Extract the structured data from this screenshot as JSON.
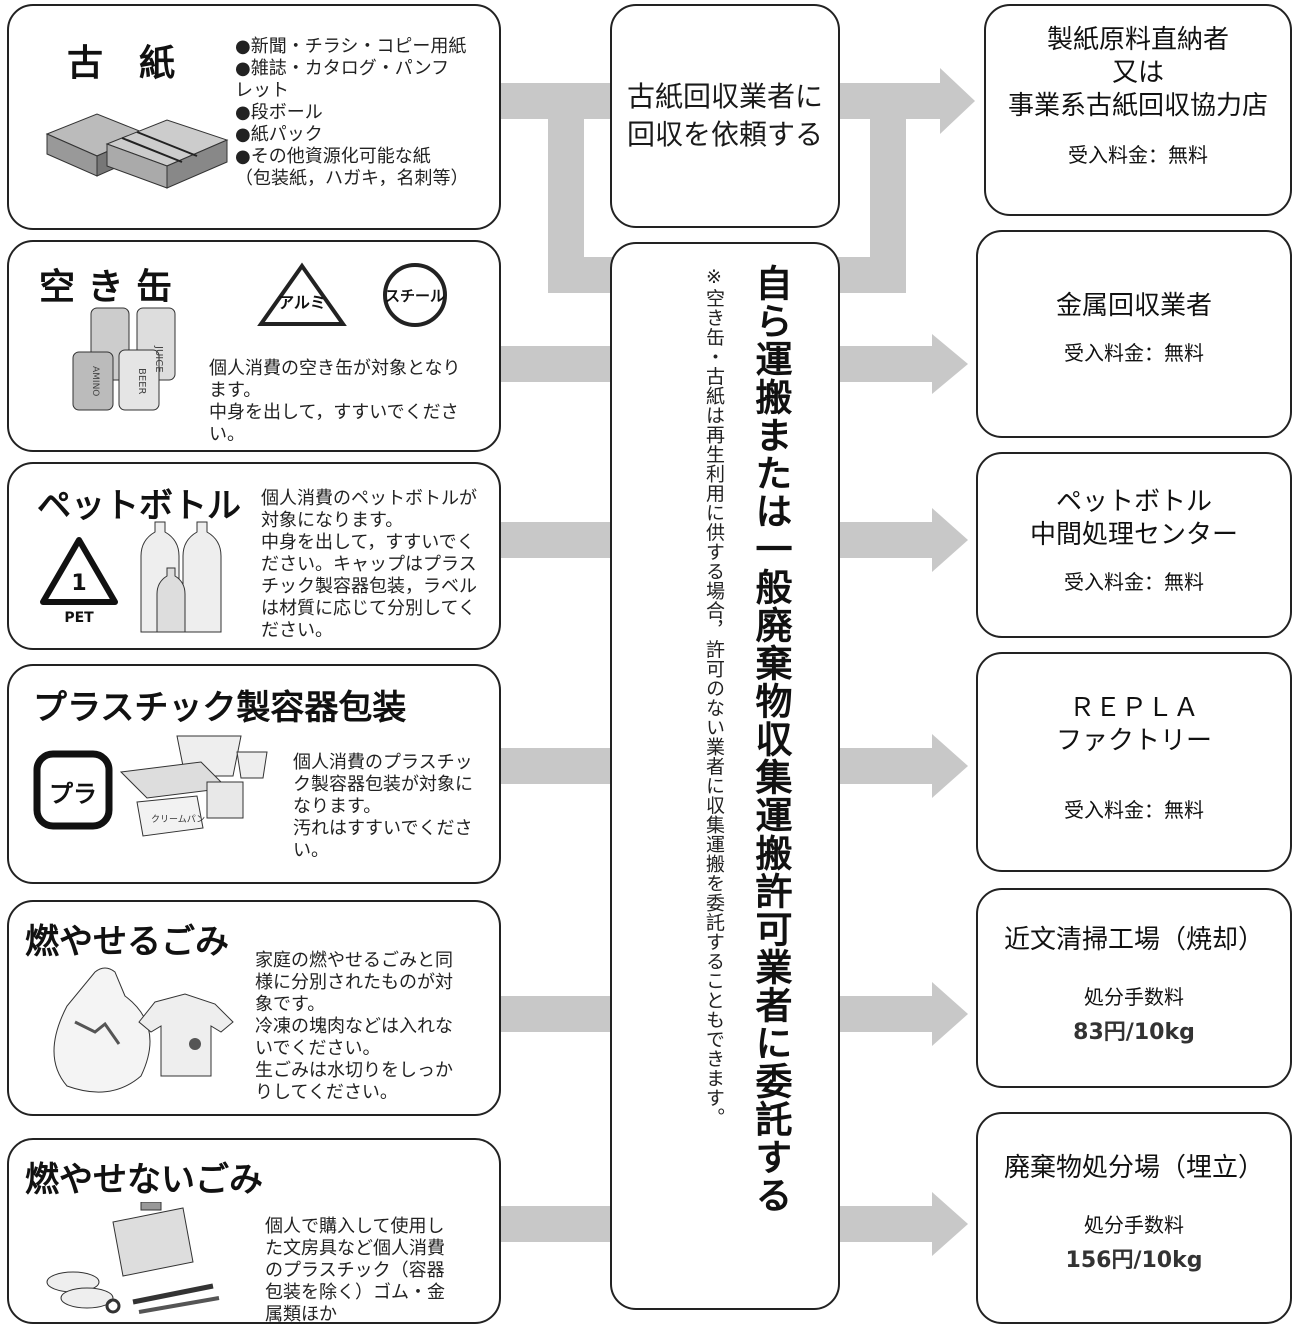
{
  "sources": [
    {
      "id": "paper",
      "title": "古　紙",
      "lines": [
        "●新聞・チラシ・コピー用紙",
        "●雑誌・カタログ・パンフ",
        "レット",
        "●段ボール",
        "●紙パック",
        "●その他資源化可能な紙",
        "（包装紙，ハガキ，名刺等）"
      ],
      "icon": "paper-bundle-icon"
    },
    {
      "id": "cans",
      "title": "空 き 缶",
      "lines": [
        "個人消費の空き缶が対象となり",
        "ます。",
        "中身を出して，すすいでくださ",
        "い。"
      ],
      "icon": "cans-icon",
      "marks": [
        "アルミ",
        "スチール"
      ],
      "can_labels": [
        "JUICE",
        "BEER",
        "AMINO"
      ]
    },
    {
      "id": "pet",
      "title": "ペットボトル",
      "lines": [
        "個人消費のペットボトルが",
        "対象になります。",
        "中身を出して，すすいでく",
        "ださい。キャップはプラス",
        "チック製容器包装，ラベル",
        "は材質に応じて分別してく",
        "ださい。"
      ],
      "icon": "pet-bottle-icon",
      "mark_number": "1",
      "mark_label": "PET"
    },
    {
      "id": "plastic",
      "title": "プラスチック製容器包装",
      "lines": [
        "個人消費のプラスチッ",
        "ク製容器包装が対象に",
        "なります。",
        "汚れはすすいでくださ",
        "い。"
      ],
      "icon": "plastic-container-icon",
      "mark": "プラ",
      "bag_label": "クリームパン"
    },
    {
      "id": "burnable",
      "title": "燃やせるごみ",
      "lines": [
        "家庭の燃やせるごみと同",
        "様に分別されたものが対",
        "象です。",
        "冷凍の塊肉などは入れな",
        "いでください。",
        "生ごみは水切りをしっか",
        "りしてください。"
      ],
      "icon": "trash-bag-icon"
    },
    {
      "id": "nonburnable",
      "title": "燃やせないごみ",
      "lines": [
        "個人で購入して使用し",
        "た文房具など個人消費",
        "のプラスチック（容器",
        "包装を除く）ゴム・金",
        "属類ほか"
      ],
      "icon": "stationery-icon"
    }
  ],
  "middle": {
    "request": [
      "古紙回収業者に",
      "回収を依頼する"
    ],
    "main_text": "自ら運搬または一般廃棄物収集運搬許可業者に委託する",
    "note": "※空き缶・古紙は再生利用に供する場合，許可のない業者に収集運搬を委託することもできます。"
  },
  "destinations": [
    {
      "id": "paper-dest",
      "name_lines": [
        "製紙原料直納者",
        "又は",
        "事業系古紙回収協力店"
      ],
      "fee": "受入料金：無料"
    },
    {
      "id": "metal-dest",
      "name_lines": [
        "金属回収業者"
      ],
      "fee": "受入料金：無料"
    },
    {
      "id": "pet-dest",
      "name_lines": [
        "ペットボトル",
        "中間処理センター"
      ],
      "fee": "受入料金：無料"
    },
    {
      "id": "repla-dest",
      "name_lines": [
        "ＲＥＰＬＡ",
        "ファクトリー"
      ],
      "fee": "受入料金：無料"
    },
    {
      "id": "incinerator-dest",
      "name_lines": [
        "近文清掃工場（焼却）"
      ],
      "fee": "処分手数料",
      "amount": "83円/10kg"
    },
    {
      "id": "landfill-dest",
      "name_lines": [
        "廃棄物処分場（埋立）"
      ],
      "fee": "処分手数料",
      "amount": "156円/10kg"
    }
  ],
  "colors": {
    "arrow": "#c8c8c8",
    "border": "#222222",
    "background": "#ffffff",
    "text": "#1a1a1a"
  }
}
